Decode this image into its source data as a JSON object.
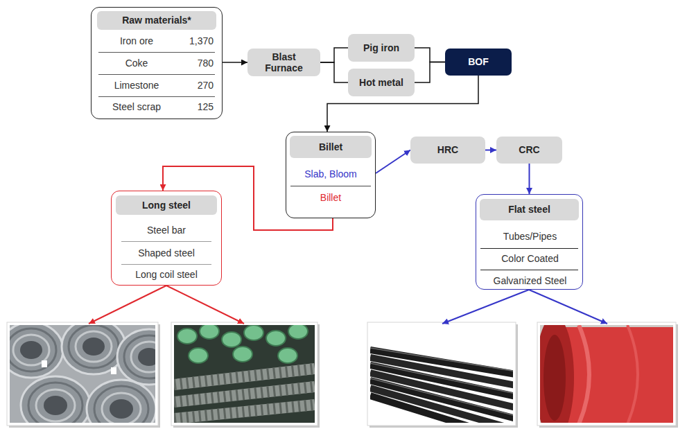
{
  "diagram": {
    "nodes": [
      {
        "text": [
          "Iron ore",
          "1,370",
          "Coke",
          "780",
          "Limestone",
          "270",
          "Steel scrap",
          "125"
        ]
      },
      {
        "text": [
          "Raw materials*"
        ],
        "in": 0
      },
      {
        "text": [
          "Blast Furnace"
        ]
      },
      {
        "text": [
          "Pig iron"
        ]
      },
      {
        "text": [
          "Hot metal"
        ]
      },
      {
        "text": [
          "BOF"
        ]
      },
      {
        "text": [
          "Slab, Bloom",
          "Billet"
        ]
      },
      {
        "text": [
          "Billet"
        ],
        "in": 6
      },
      {
        "text": [
          "HRC"
        ]
      },
      {
        "text": [
          "CRC"
        ]
      },
      {
        "text": [
          "Steel bar",
          "Shaped steel",
          "Long coil steel"
        ]
      },
      {
        "text": [
          "Long steel"
        ],
        "in": 10
      },
      {
        "text": [
          "Tubes/Pipes",
          "Color Coated",
          "Galvanized Steel"
        ]
      },
      {
        "text": [
          "Flat steel"
        ],
        "in": 12
      }
    ],
    "edges": [
      {
        "from": 0,
        "to": 2,
        "arrow": "to"
      },
      {
        "from": 2,
        "to": 3,
        "arrow": "none"
      },
      {
        "from": 2,
        "to": 4,
        "arrow": "none"
      },
      {
        "from": 3,
        "to": 5,
        "arrow": "none"
      },
      {
        "from": 4,
        "to": 5,
        "arrow": "none"
      },
      {
        "from": 5,
        "to": 6,
        "arrow": "to"
      },
      {
        "from": 6,
        "to": 10,
        "arrow": "to"
      },
      {
        "from": 6,
        "to": 8,
        "arrow": "to"
      },
      {
        "from": 8,
        "to": 9,
        "arrow": "to"
      },
      {
        "from": 9,
        "to": 12,
        "arrow": "to"
      }
    ]
  }
}
